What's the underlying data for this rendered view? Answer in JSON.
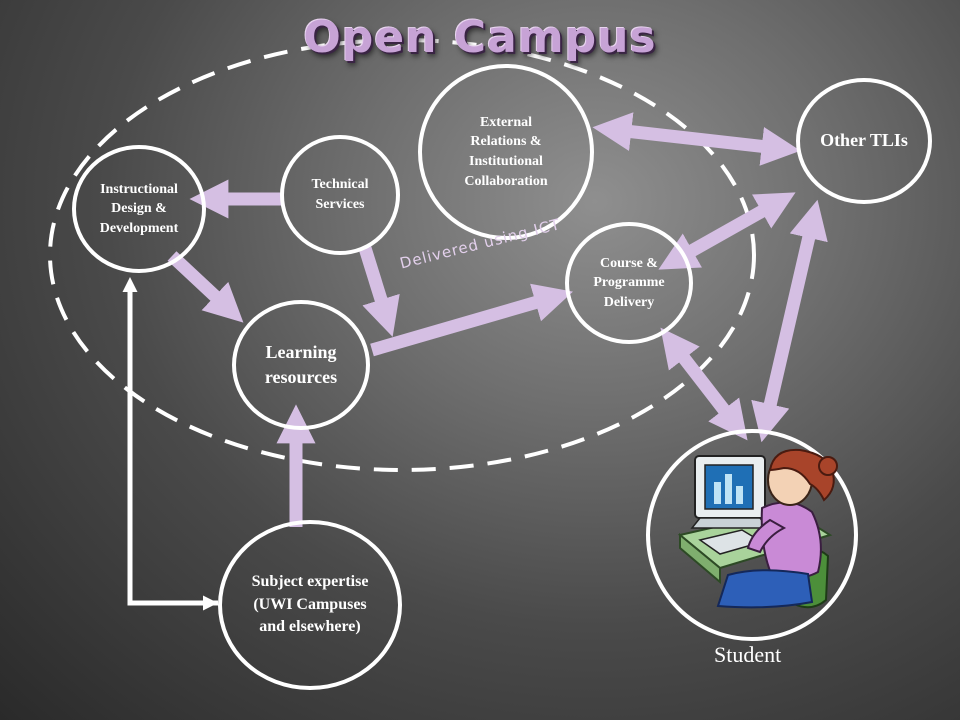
{
  "title": "Open Campus",
  "nodes": {
    "instructional_design": [
      "Instructional",
      "Design &",
      "Development"
    ],
    "technical_services": [
      "Technical",
      "Services"
    ],
    "external_relations": [
      "External",
      "Relations &",
      "Institutional",
      "Collaboration"
    ],
    "other_tlis": [
      "Other TLIs"
    ],
    "course_delivery": [
      "Course &",
      "Programme",
      "Delivery"
    ],
    "learning_resources": [
      "Learning",
      "resources"
    ],
    "subject_expertise": [
      "Subject expertise",
      "(UWI Campuses",
      "and elsewhere)"
    ]
  },
  "labels": {
    "delivered": "Delivered using ICT",
    "student": "Student"
  },
  "colors": {
    "arrow": "#d5bfe3",
    "title": "#c7a3d6",
    "outline": "#ffffff"
  }
}
